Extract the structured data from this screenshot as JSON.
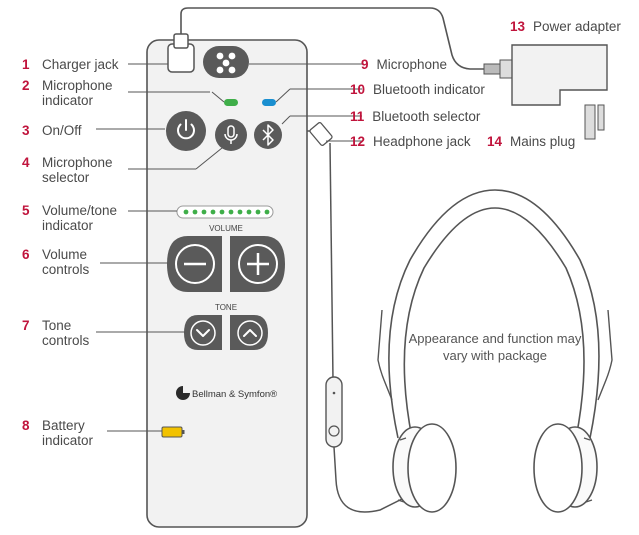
{
  "labels_left": [
    {
      "num": "1",
      "lines": [
        "Charger jack"
      ]
    },
    {
      "num": "2",
      "lines": [
        "Microphone",
        "indicator"
      ]
    },
    {
      "num": "3",
      "lines": [
        "On/Off"
      ]
    },
    {
      "num": "4",
      "lines": [
        "Microphone",
        "selector"
      ]
    },
    {
      "num": "5",
      "lines": [
        "Volume/tone",
        "indicator"
      ]
    },
    {
      "num": "6",
      "lines": [
        "Volume",
        "controls"
      ]
    },
    {
      "num": "7",
      "lines": [
        "Tone",
        "controls"
      ]
    },
    {
      "num": "8",
      "lines": [
        "Battery",
        "indicator"
      ]
    }
  ],
  "labels_right": [
    {
      "num": "9",
      "text": "Microphone"
    },
    {
      "num": "10",
      "text": "Bluetooth indicator"
    },
    {
      "num": "11",
      "text": "Bluetooth selector"
    },
    {
      "num": "12",
      "text": "Headphone jack"
    },
    {
      "num": "13",
      "text": "Power adapter"
    },
    {
      "num": "14",
      "text": "Mains plug"
    }
  ],
  "device": {
    "volume_label": "VOLUME",
    "tone_label": "TONE",
    "brand": "Bellman & Symfon®",
    "indicator_dot_count": 10
  },
  "note": "Appearance and function may vary with package",
  "colors": {
    "number": "#c0143c",
    "text": "#4a4a4a",
    "device_fill": "#f2f2f2",
    "button": "#5a5a5a",
    "mic_led": "#3fae49",
    "bt_led": "#1a8fd0",
    "battery": "#f2c200"
  }
}
